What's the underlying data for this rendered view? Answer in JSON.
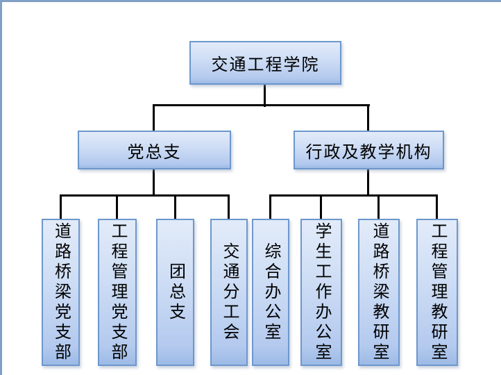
{
  "org": {
    "root": {
      "label": "交通工程学院"
    },
    "branches": [
      {
        "label": "党总支",
        "children": [
          "道路桥梁党支部",
          "工程管理党支部",
          "团总支",
          "交通分工会"
        ]
      },
      {
        "label": "行政及教学机构",
        "children": [
          "综合办公室",
          "学生工作办公室",
          "道路桥梁教研室",
          "工程管理教研室"
        ]
      }
    ]
  },
  "colors": {
    "box_border": "#6d97cd",
    "box_fill_top": "#e2ebf9",
    "box_fill_bottom": "#9cbae5",
    "connector": "#000000",
    "text": "#000000",
    "page_edge": "#81a0c6",
    "background": "#ffffff"
  }
}
